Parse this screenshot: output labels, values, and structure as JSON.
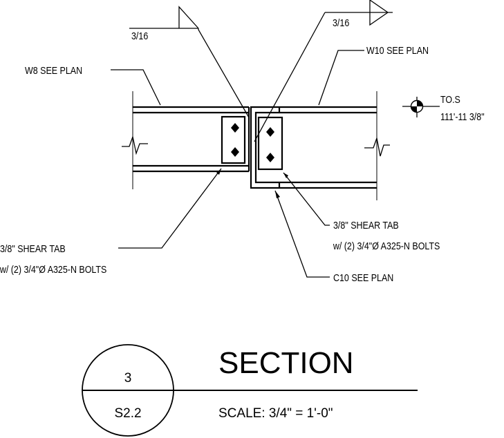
{
  "drawing": {
    "weld_left": "3/16",
    "weld_right": "3/16",
    "w8_label": "W8 SEE PLAN",
    "w10_label": "W10 SEE PLAN",
    "tos_label": "TO.S",
    "tos_elevation": "111'-11 3/8\"",
    "shear_tab_right_line1": "3/8\" SHEAR TAB",
    "shear_tab_right_line2": "w/ (2) 3/4\"Ø A325-N BOLTS",
    "shear_tab_left_line1": "3/8\" SHEAR TAB",
    "shear_tab_left_line2": "w/ (2) 3/4\"Ø A325-N BOLTS",
    "c10_label": "C10 SEE PLAN"
  },
  "title_block": {
    "detail_number": "3",
    "sheet_number": "S2.2",
    "title": "SECTION",
    "scale_text": "SCALE:  3/4\" = 1'-0\""
  }
}
